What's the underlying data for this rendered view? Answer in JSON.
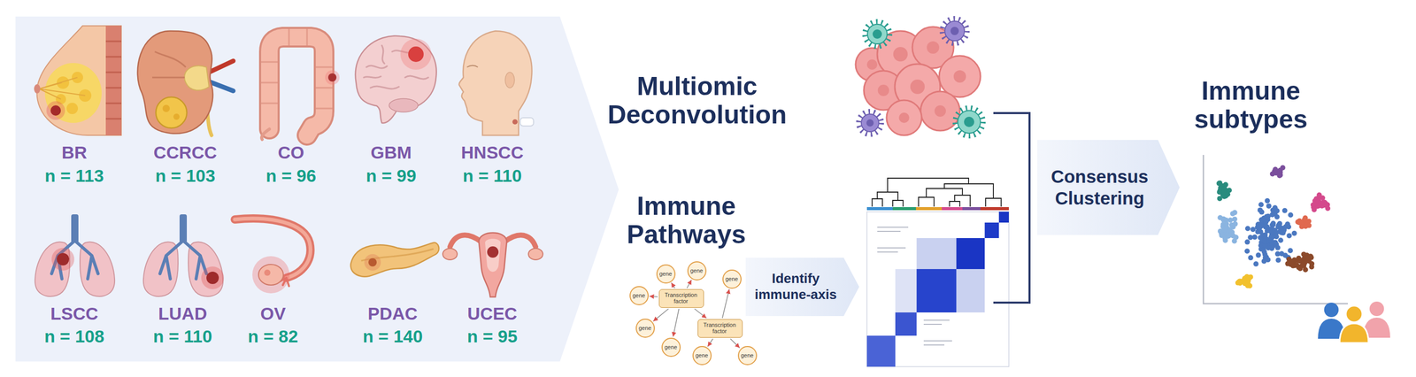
{
  "diagram": {
    "nodes": [
      {
        "text": [
          "gene"
        ]
      },
      {
        "text": [
          "gene"
        ]
      },
      {
        "text": [
          "gene"
        ]
      },
      {
        "text": [
          "gene"
        ]
      },
      {
        "text": [
          "Transcription factor"
        ]
      },
      {
        "text": [
          "Transcription factor"
        ]
      },
      {
        "text": [
          "gene"
        ]
      },
      {
        "text": [
          "gene"
        ]
      },
      {
        "text": [
          "gene"
        ]
      },
      {
        "text": [
          "gene"
        ]
      },
      {
        "text": [
          "Identify immune-axis"
        ]
      },
      {
        "text": [
          "Consensus Clustering"
        ]
      }
    ],
    "edges": [
      {
        "from": 4,
        "to": 0,
        "arrow": "to"
      },
      {
        "from": 4,
        "to": 1,
        "arrow": "to"
      },
      {
        "from": 4,
        "to": 3,
        "arrow": "to"
      },
      {
        "from": 4,
        "to": 6,
        "arrow": "to"
      },
      {
        "from": 4,
        "to": 7,
        "arrow": "to"
      },
      {
        "from": 4,
        "to": 5,
        "arrow": "to"
      },
      {
        "from": 5,
        "to": 2,
        "arrow": "to"
      },
      {
        "from": 5,
        "to": 8,
        "arrow": "to"
      },
      {
        "from": 5,
        "to": 9,
        "arrow": "to"
      }
    ],
    "labels": [
      "BR",
      "n = 113",
      "CCRCC",
      "n = 103",
      "CO",
      "n = 96",
      "GBM",
      "n = 99",
      "HNSCC",
      "n = 110",
      "LSCC",
      "n = 108",
      "LUAD",
      "n = 110",
      "OV",
      "n = 82",
      "PDAC",
      "n = 140",
      "UCEC",
      "n = 95",
      "Multiomic Deconvolution",
      "Immune Pathways",
      "Immune subtypes"
    ]
  }
}
